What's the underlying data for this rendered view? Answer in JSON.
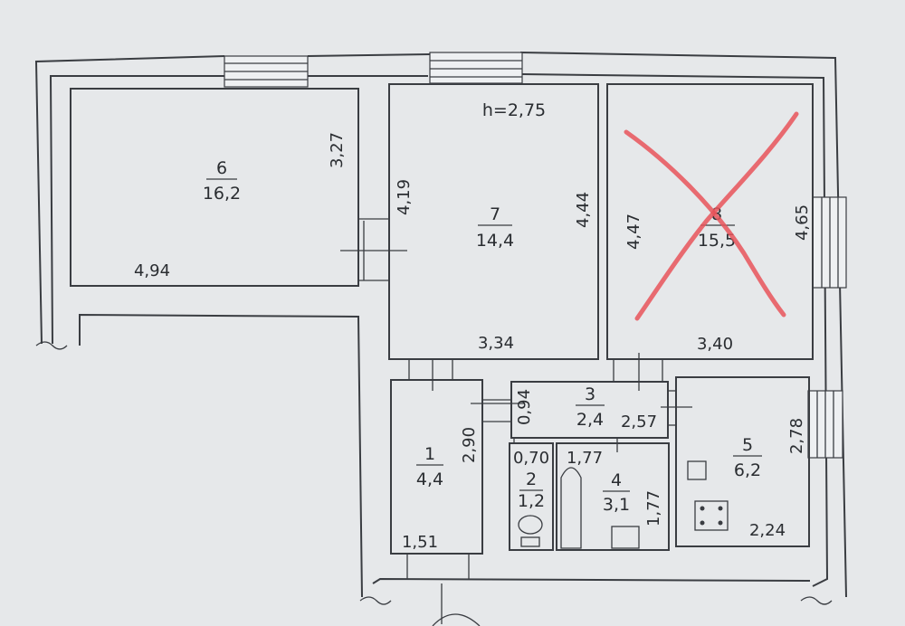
{
  "height_label": "h=2,75",
  "rooms": [
    {
      "id": "6",
      "number": "6",
      "area": "16,2"
    },
    {
      "id": "7",
      "number": "7",
      "area": "14,4"
    },
    {
      "id": "8",
      "number": "8",
      "area": "15,5"
    },
    {
      "id": "1",
      "number": "1",
      "area": "4,4"
    },
    {
      "id": "2",
      "number": "2",
      "area": "1,2"
    },
    {
      "id": "3",
      "number": "3",
      "area": "2,4"
    },
    {
      "id": "4",
      "number": "4",
      "area": "3,1"
    },
    {
      "id": "5",
      "number": "5",
      "area": "6,2"
    }
  ],
  "dimensions": {
    "room6_width": "4,94",
    "room6_height": "3,27",
    "room7_left": "4,19",
    "room7_right": "4,44",
    "room7_bottom": "3,34",
    "room8_left": "4,47",
    "room8_right": "4,65",
    "room8_bottom": "3,40",
    "room1_height": "2,90",
    "room1_bottom": "1,51",
    "room3_height": "0,94",
    "room3_width": "2,57",
    "room2_width": "0,70",
    "room4_width": "1,77",
    "room4_height": "1,77",
    "room5_height": "2,78",
    "room5_width": "2,24"
  },
  "annotations": {
    "cross_color": "#e8545a"
  }
}
